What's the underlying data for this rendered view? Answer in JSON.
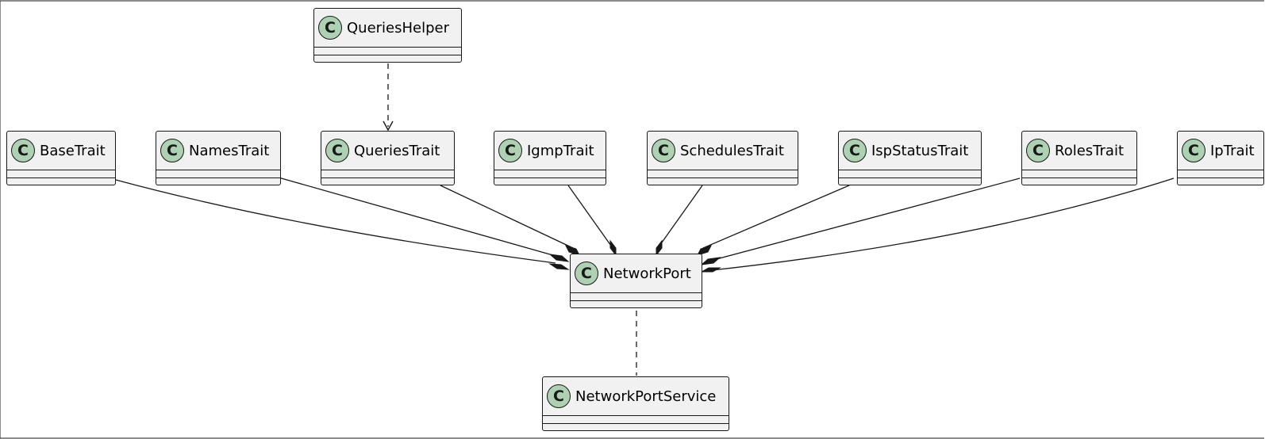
{
  "diagram": {
    "badge_letter": "C",
    "badge_color": "#add1b2",
    "box_fill": "#f1f1f1",
    "line_color": "#181818",
    "classes": {
      "queries_helper": "QueriesHelper",
      "base_trait": "BaseTrait",
      "names_trait": "NamesTrait",
      "queries_trait": "QueriesTrait",
      "igmp_trait": "IgmpTrait",
      "schedules_trait": "SchedulesTrait",
      "isp_status_trait": "IspStatusTrait",
      "roles_trait": "RolesTrait",
      "ip_trait": "IpTrait",
      "network_port": "NetworkPort",
      "network_port_service": "NetworkPortService"
    },
    "relations": [
      {
        "from": "QueriesHelper",
        "to": "QueriesTrait",
        "kind": "dependency"
      },
      {
        "from": "BaseTrait",
        "to": "NetworkPort",
        "kind": "composition"
      },
      {
        "from": "NamesTrait",
        "to": "NetworkPort",
        "kind": "composition"
      },
      {
        "from": "QueriesTrait",
        "to": "NetworkPort",
        "kind": "composition"
      },
      {
        "from": "IgmpTrait",
        "to": "NetworkPort",
        "kind": "composition"
      },
      {
        "from": "SchedulesTrait",
        "to": "NetworkPort",
        "kind": "composition"
      },
      {
        "from": "IspStatusTrait",
        "to": "NetworkPort",
        "kind": "composition"
      },
      {
        "from": "RolesTrait",
        "to": "NetworkPort",
        "kind": "composition"
      },
      {
        "from": "IpTrait",
        "to": "NetworkPort",
        "kind": "composition"
      },
      {
        "from": "NetworkPort",
        "to": "NetworkPortService",
        "kind": "association-dashed"
      }
    ]
  }
}
